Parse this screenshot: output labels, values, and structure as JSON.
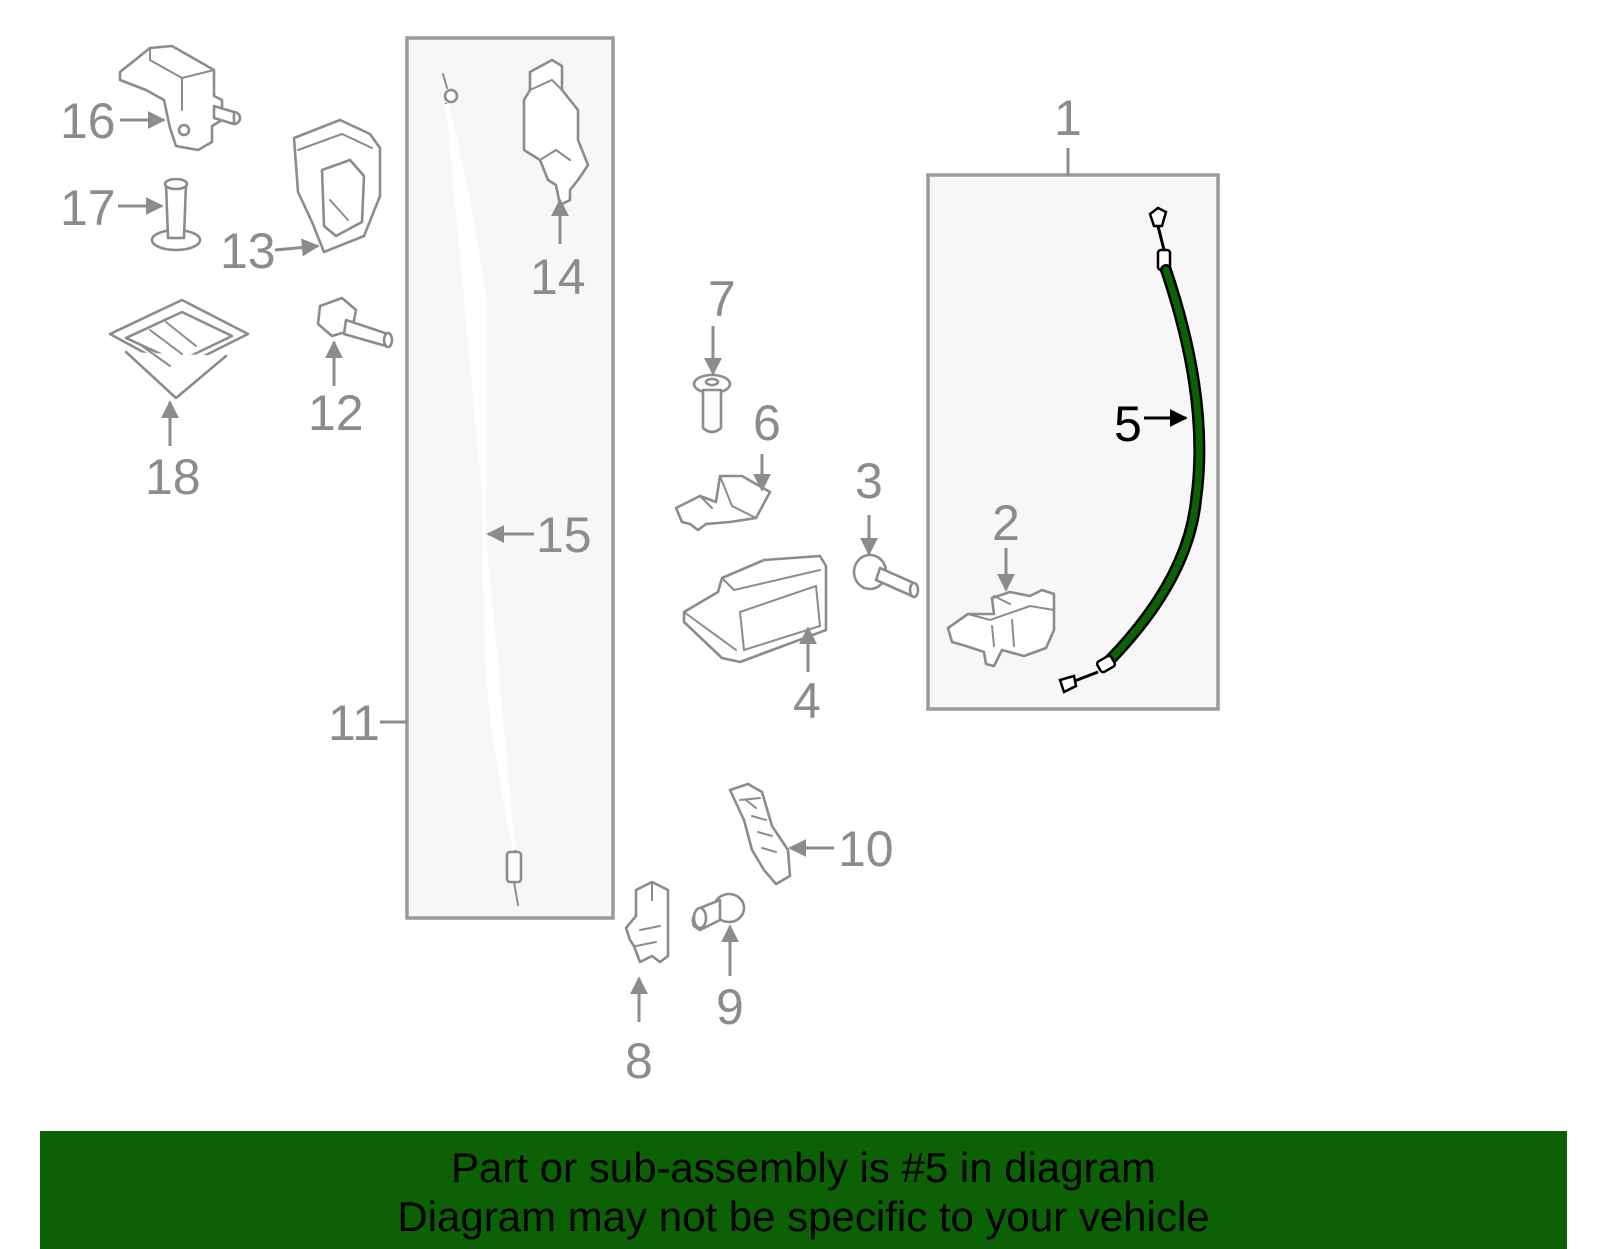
{
  "callouts": {
    "c1": "1",
    "c2": "2",
    "c3": "3",
    "c4": "4",
    "c5": "5",
    "c6": "6",
    "c7": "7",
    "c8": "8",
    "c9": "9",
    "c10": "10",
    "c11": "11",
    "c12": "12",
    "c13": "13",
    "c14": "14",
    "c15": "15",
    "c16": "16",
    "c17": "17",
    "c18": "18"
  },
  "highlight": {
    "part_number": "5",
    "color": "#0b6104"
  },
  "colors": {
    "part_stroke": "#8c8c8c",
    "box_fill": "#f7f7f7",
    "banner": "#0b6104"
  },
  "banner": {
    "line1": "Part or sub-assembly is #5 in diagram",
    "line2": "Diagram may not be specific to your vehicle"
  }
}
